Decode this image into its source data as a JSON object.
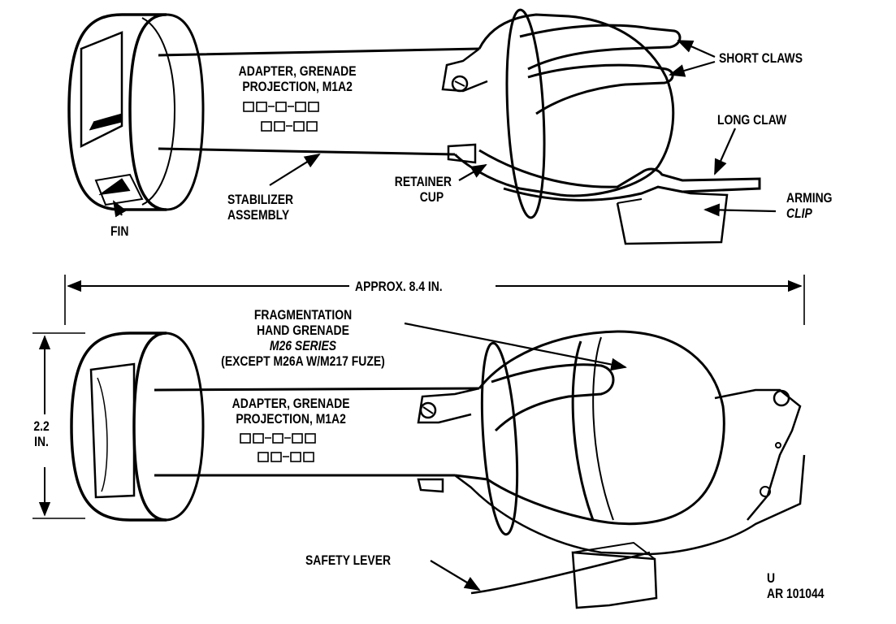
{
  "top_view": {
    "short_claws": "SHORT CLAWS",
    "long_claw": "LONG CLAW",
    "arming_clip": [
      "ARMING",
      "CLIP"
    ],
    "retainer_cup": [
      "RETAINER",
      "CUP"
    ],
    "stabilizer_assembly": [
      "STABILIZER",
      "ASSEMBLY"
    ],
    "fin": "FIN",
    "adapter_label": [
      "ADAPTER, GRENADE",
      "PROJECTION, M1A2"
    ]
  },
  "bottom_view": {
    "length_dimension": "APPROX. 8.4 IN.",
    "diameter_dimension": [
      "2.2",
      "IN."
    ],
    "grenade": [
      "FRAGMENTATION",
      "HAND GRENADE",
      "M26 SERIES",
      "(EXCEPT M26A W/M217 FUZE)"
    ],
    "adapter_label": [
      "ADAPTER, GRENADE",
      "PROJECTION, M1A2"
    ],
    "safety_lever": "SAFETY LEVER"
  },
  "figure_code": [
    "U",
    "AR 101044"
  ],
  "colors": {
    "ink": "#000000",
    "paper": "#ffffff"
  }
}
